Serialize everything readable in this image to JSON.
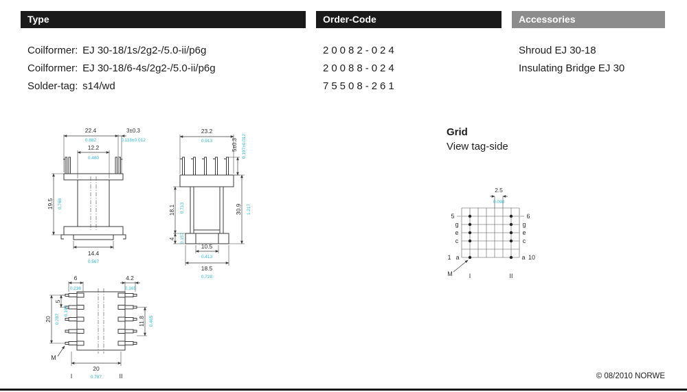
{
  "colors": {
    "accent_cyan": "#35b6d6",
    "bar_dark": "#1a1a1a",
    "bar_gray": "#8c8c8c",
    "line": "#3a3a3a"
  },
  "headers": {
    "type": "Type",
    "order_code": "Order-Code",
    "accessories": "Accessories"
  },
  "products": [
    {
      "label": "Coilformer:",
      "value": "EJ 30-18/1s/2g2-/5.0-ii/p6g",
      "order_code": "20082-024",
      "accessory": "Shroud EJ 30-18"
    },
    {
      "label": "Coilformer:",
      "value": "EJ 30-18/6-4s/2g2-/5.0-ii/p6g",
      "order_code": "20088-024",
      "accessory": "Insulating Bridge EJ 30"
    },
    {
      "label": "Solder-tag:",
      "value": "s14/wd",
      "order_code": "75508-261",
      "accessory": ""
    }
  ],
  "front_view": {
    "width_mm": "22.4",
    "width_in": "0.882",
    "pin_mm": "3±0.3",
    "pin_in": "0.118±0.012",
    "window_mm": "12.2",
    "window_in": "0.480",
    "height_mm": "19.5",
    "height_in": "0.768",
    "base_mm": "14.4",
    "base_in": "0.567"
  },
  "side_view": {
    "width_mm": "23.2",
    "width_in": "0.913",
    "pin_mm": "5±0.3",
    "pin_in": "0.197±0.012",
    "total_mm": "30.9",
    "total_in": "1.217",
    "window_mm": "18.1",
    "window_in": "0.713",
    "foot_mm": "4",
    "foot_in": "0.157",
    "inner_mm": "10.5",
    "inner_in": "0.413",
    "outer_mm": "18.5",
    "outer_in": "0.728"
  },
  "tag_view": {
    "tag_len_mm": "6",
    "tag_len_in": "0.236",
    "tip_mm": "4.2",
    "tip_in": "0.165",
    "pitch_mm": "5",
    "pitch_in": "0.197",
    "height_mm": "20",
    "height_in": "0.787",
    "span_mm": "11.8",
    "span_in": "0.465",
    "width_mm": "20",
    "width_in": "0.787",
    "m_label": "M",
    "col1": "I",
    "col2": "II"
  },
  "grid_view": {
    "title": "Grid",
    "subtitle": "View tag-side",
    "pitch_mm": "2.5",
    "pitch_in": "0.098",
    "pin_top_left": "5",
    "pin_top_right": "6",
    "pin_bottom_left": "1",
    "pin_bottom_right": "10",
    "letters_left": [
      "g",
      "e",
      "c",
      "a"
    ],
    "letters_right": [
      "g",
      "e",
      "c",
      "a"
    ],
    "m_label": "M",
    "col1": "I",
    "col2": "II"
  },
  "footer": {
    "copyright": "© 08/2010 NORWE"
  }
}
